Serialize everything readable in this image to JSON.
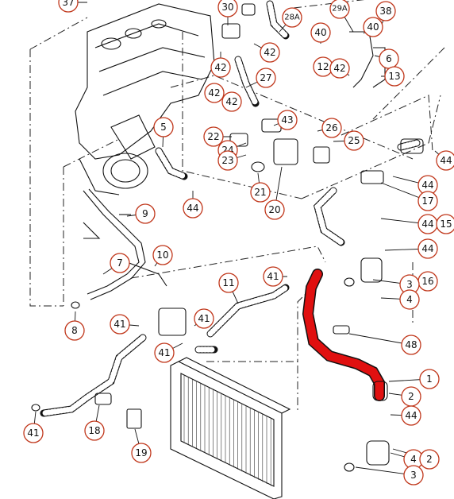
{
  "highlight_color": "#e01010",
  "callout_color": "#c0361a",
  "callouts": [
    {
      "label": "37"
    },
    {
      "label": "30"
    },
    {
      "label": "28A"
    },
    {
      "label": "29A"
    },
    {
      "label": "38"
    },
    {
      "label": "40"
    },
    {
      "label": "40"
    },
    {
      "label": "42"
    },
    {
      "label": "42"
    },
    {
      "label": "6"
    },
    {
      "label": "12"
    },
    {
      "label": "42"
    },
    {
      "label": "13"
    },
    {
      "label": "27"
    },
    {
      "label": "42"
    },
    {
      "label": "42"
    },
    {
      "label": "5"
    },
    {
      "label": "43"
    },
    {
      "label": "22"
    },
    {
      "label": "26"
    },
    {
      "label": "24"
    },
    {
      "label": "23"
    },
    {
      "label": "25"
    },
    {
      "label": "44"
    },
    {
      "label": "44"
    },
    {
      "label": "21"
    },
    {
      "label": "20"
    },
    {
      "label": "9"
    },
    {
      "label": "44"
    },
    {
      "label": "17"
    },
    {
      "label": "44"
    },
    {
      "label": "15"
    },
    {
      "label": "10"
    },
    {
      "label": "7"
    },
    {
      "label": "44"
    },
    {
      "label": "41"
    },
    {
      "label": "11"
    },
    {
      "label": "16"
    },
    {
      "label": "3"
    },
    {
      "label": "4"
    },
    {
      "label": "8"
    },
    {
      "label": "41"
    },
    {
      "label": "41"
    },
    {
      "label": "41"
    },
    {
      "label": "48"
    },
    {
      "label": "1"
    },
    {
      "label": "2"
    },
    {
      "label": "44"
    },
    {
      "label": "41"
    },
    {
      "label": "18"
    },
    {
      "label": "19"
    },
    {
      "label": "4"
    },
    {
      "label": "2"
    },
    {
      "label": "3"
    }
  ]
}
